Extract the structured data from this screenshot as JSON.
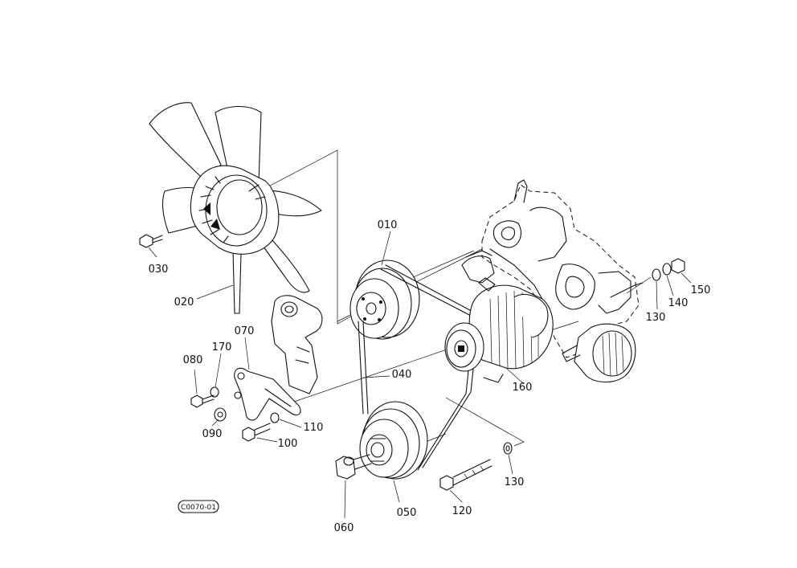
{
  "diagram": {
    "drawing_code": "C0070-01",
    "part_labels": {
      "p010": "010",
      "p020": "020",
      "p030": "030",
      "p040": "040",
      "p050": "050",
      "p060": "060",
      "p070": "070",
      "p080": "080",
      "p090": "090",
      "p100": "100",
      "p110": "110",
      "p120": "120",
      "p130a": "130",
      "p130b": "130",
      "p140": "140",
      "p150": "150",
      "p160": "160",
      "p170": "170"
    }
  }
}
